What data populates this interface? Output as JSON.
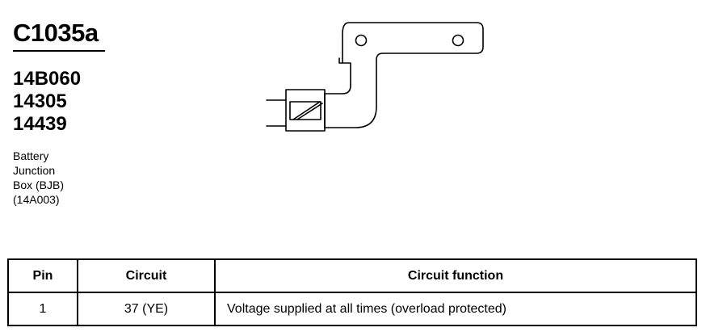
{
  "header": {
    "connector_id": "C1035a",
    "part_numbers": [
      "14B060",
      "14305",
      "14439"
    ],
    "description_lines": [
      "Battery",
      "Junction",
      "Box (BJB)",
      "(14A003)"
    ]
  },
  "pin_table": {
    "columns": [
      "Pin",
      "Circuit",
      "Circuit function"
    ],
    "rows": [
      {
        "pin": "1",
        "circuit": "37 (YE)",
        "function": "Voltage supplied at all times (overload protected)"
      }
    ]
  }
}
